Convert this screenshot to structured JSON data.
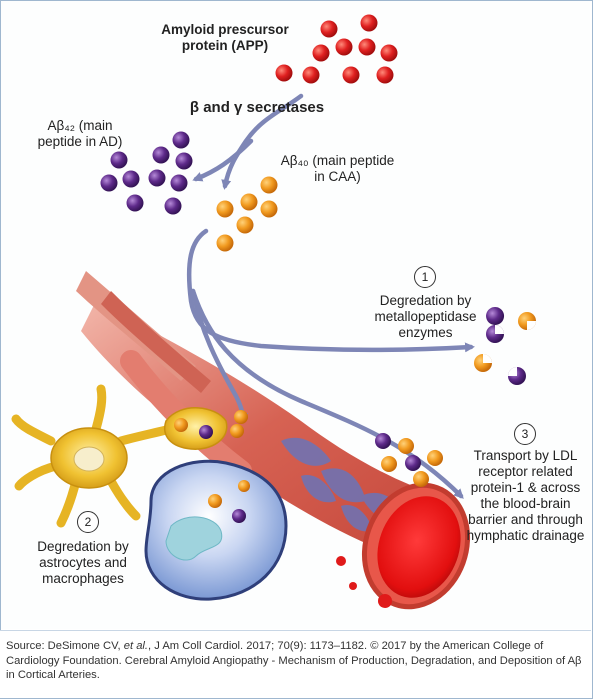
{
  "labels": {
    "app": "Amyloid prescursor protein (APP)",
    "secretases": "β and γ secretases",
    "ab42": "Aβ₄₂ (main peptide in AD)",
    "ab40": "Aβ₄₀ (main peptide in CAA)",
    "step1_num": "1",
    "step1": "Degredation by metallopeptidase enzymes",
    "step2_num": "2",
    "step2": "Degredation by astrocytes and macrophages",
    "step3_num": "3",
    "step3": "Transport by LDL receptor related protein-1 & across the blood-brain barrier and through hymphatic drainage"
  },
  "source": {
    "prefix": "Source: DeSimone CV, ",
    "etal": "et al.",
    "rest": ", J Am Coll Cardiol. 2017; 70(9): 1173–1182. © 2017 by the American College of Cardiology Foundation. Cerebral Amyloid Angiopathy - Mechanism of Production, Degradation, and Deposition of Aβ in Cortical Arteries."
  },
  "colors": {
    "app_red": "#d91f1f",
    "ab42_purple": "#5b2a86",
    "ab40_orange": "#f0951e",
    "arrow": "#7e86b6",
    "vessel": "#d4594a",
    "astrocyte": "#e8b422",
    "macrophage": "#6a8ccc"
  }
}
